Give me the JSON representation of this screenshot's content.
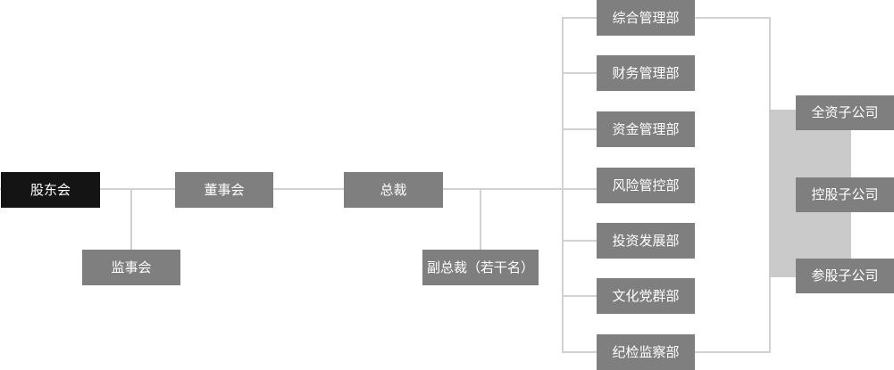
{
  "org_chart": {
    "type": "org-chart",
    "nodes": {
      "shareholders": "股东会",
      "supervisory_board": "监事会",
      "board_of_directors": "董事会",
      "president": "总裁",
      "vice_presidents": "副总裁（若干名）",
      "departments": [
        "综合管理部",
        "财务管理部",
        "资金管理部",
        "风险管控部",
        "投资发展部",
        "文化党群部",
        "纪检监察部"
      ],
      "subsidiaries": [
        "全资子公司",
        "控股子公司",
        "参股子公司"
      ]
    }
  },
  "palette": {
    "root_box_bg": "#141414",
    "box_bg": "#7f7f7f",
    "box_text": "#ffffff",
    "line": "#d2d2d2",
    "connector_block": "#cacaca",
    "background": "#ffffff"
  }
}
